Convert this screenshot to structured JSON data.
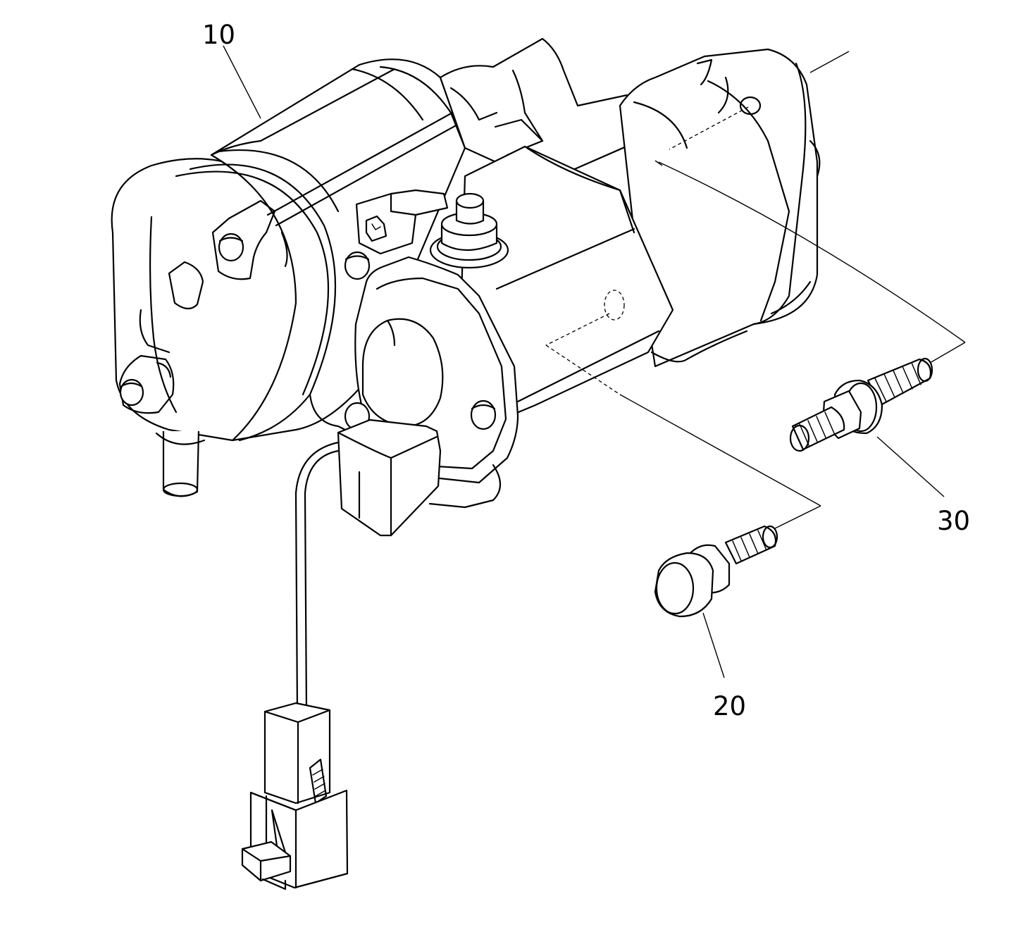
{
  "callouts": [
    {
      "id": "starter-motor",
      "number": "10"
    },
    {
      "id": "stud-bolt",
      "number": "20"
    },
    {
      "id": "flange-bolt",
      "number": "30"
    }
  ],
  "colors": {
    "line": "#000000",
    "background": "#ffffff"
  }
}
